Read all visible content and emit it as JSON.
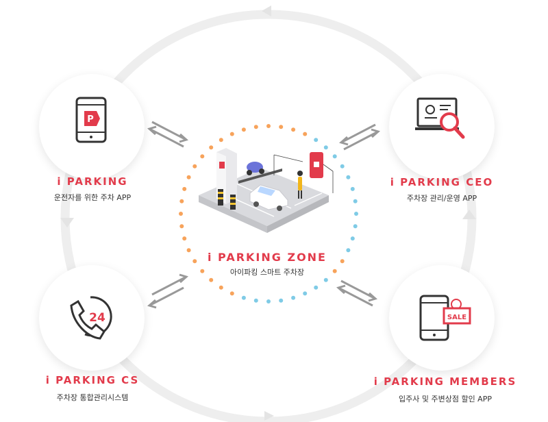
{
  "center": {
    "title": "i PARKING ZONE",
    "subtitle": "아이파킹 스마트 주차장"
  },
  "nodes": [
    {
      "id": "parking",
      "title": "i PARKING",
      "subtitle": "운전자를 위한 주차 APP",
      "icon": "smartphone-p-icon"
    },
    {
      "id": "ceo",
      "title": "i PARKING CEO",
      "subtitle": "주차장 관리/운영 APP",
      "icon": "monitor-search-icon"
    },
    {
      "id": "cs",
      "title": "i PARKING CS",
      "subtitle": "주차장 통합관리시스템",
      "icon": "phone-24-icon"
    },
    {
      "id": "members",
      "title": "i PARKING MEMBERS",
      "subtitle": "입주사 및 주변상점 할인 APP",
      "icon": "smartphone-sale-icon"
    }
  ],
  "icon_text": {
    "cs_number": "24",
    "sale": "SALE",
    "p": "P"
  },
  "colors": {
    "accent": "#e23b4b",
    "ring": "#eeeeee",
    "arrow": "#999999",
    "dot_orange": "#f7a35b",
    "dot_blue": "#7fcbe6",
    "icon_dark": "#333333"
  }
}
